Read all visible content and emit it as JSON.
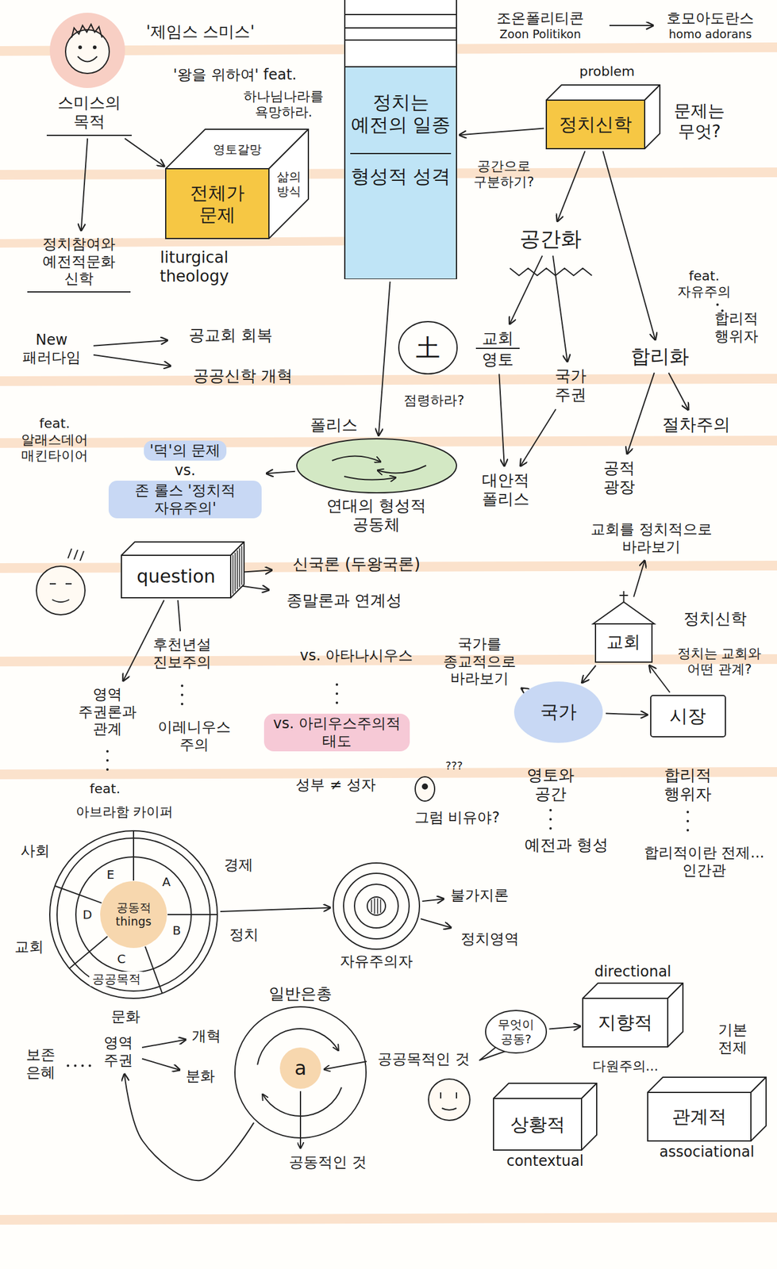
{
  "diagram": {
    "nodes": [
      {
        "text": [
          "스미스의 목적"
        ]
      },
      {
        "text": [
          "전체가 문제",
          "영토갈망",
          "삶의 방식"
        ]
      },
      {
        "text": [
          "정치는 예전의 일종",
          "형성적 성격"
        ]
      },
      {
        "text": [
          "조온폴리티콘",
          "Zoon Politikon"
        ]
      },
      {
        "text": [
          "호모아도란스",
          "homo adorans"
        ]
      },
      {
        "text": [
          "정치신학"
        ]
      },
      {
        "text": [
          "정치참여와 예전적문화 신학"
        ]
      },
      {
        "text": [
          "공간화"
        ]
      },
      {
        "text": [
          "New 패러다임"
        ]
      },
      {
        "text": [
          "공교회 회복"
        ]
      },
      {
        "text": [
          "공공신학 개혁"
        ]
      },
      {
        "text": [
          "土"
        ]
      },
      {
        "text": [
          "교회",
          "영토"
        ]
      },
      {
        "text": [
          "국가 주권"
        ]
      },
      {
        "text": [
          "합리화"
        ]
      },
      {
        "text": [
          "절차주의"
        ]
      },
      {
        "text": [
          "공적 광장"
        ]
      },
      {
        "text": [
          "폴리스",
          "연대의 형성적 공동체"
        ]
      },
      {
        "text": [
          "'덕'의 문제",
          "vs.",
          "존 롤스 '정치적 자유주의'"
        ]
      },
      {
        "text": [
          "대안적 폴리스"
        ]
      },
      {
        "text": [
          "question"
        ]
      },
      {
        "text": [
          "신국론 (두왕국론)"
        ]
      },
      {
        "text": [
          "종말론과 연계성"
        ]
      },
      {
        "text": [
          "교회를 정치적으로 바라보기"
        ]
      },
      {
        "text": [
          "교회"
        ]
      },
      {
        "text": [
          "영역 주권론과 관계"
        ]
      },
      {
        "text": [
          "후천년설 진보주의"
        ]
      },
      {
        "text": [
          "국가를 종교적으로 바라보기"
        ]
      },
      {
        "text": [
          "국가"
        ]
      },
      {
        "text": [
          "시장"
        ]
      },
      {
        "text": [
          "공동적 things"
        ]
      },
      {
        "text": [
          "자유주의자"
        ]
      },
      {
        "text": [
          "불가지론"
        ]
      },
      {
        "text": [
          "정치영역"
        ]
      },
      {
        "text": [
          "일반은총"
        ]
      },
      {
        "text": [
          "a"
        ],
        "in": 34
      },
      {
        "text": [
          "영역 주권"
        ]
      },
      {
        "text": [
          "개혁"
        ]
      },
      {
        "text": [
          "분화"
        ]
      },
      {
        "text": [
          "무엇이 공동?"
        ]
      },
      {
        "text": [
          "지향적",
          "directional"
        ]
      },
      {
        "text": [
          "상황적",
          "contextual"
        ]
      },
      {
        "text": [
          "관계적",
          "associational"
        ]
      }
    ],
    "edges": [
      {
        "from": 0,
        "to": 1,
        "arrow": "to"
      },
      {
        "from": 0,
        "to": 6,
        "arrow": "to"
      },
      {
        "from": 3,
        "to": 4,
        "arrow": "to"
      },
      {
        "from": 5,
        "to": 2,
        "arrow": "to"
      },
      {
        "from": 5,
        "to": 7,
        "arrow": "to"
      },
      {
        "from": 5,
        "to": 14,
        "arrow": "to"
      },
      {
        "from": 8,
        "to": 9,
        "arrow": "to"
      },
      {
        "from": 8,
        "to": 10,
        "arrow": "to"
      },
      {
        "from": 7,
        "to": 12,
        "arrow": "to"
      },
      {
        "from": 7,
        "to": 13,
        "arrow": "to"
      },
      {
        "from": 14,
        "to": 15,
        "arrow": "to"
      },
      {
        "from": 14,
        "to": 16,
        "arrow": "to"
      },
      {
        "from": 12,
        "to": 19,
        "arrow": "to"
      },
      {
        "from": 13,
        "to": 19,
        "arrow": "to"
      },
      {
        "from": 2,
        "to": 17,
        "arrow": "to"
      },
      {
        "from": 17,
        "to": 18,
        "arrow": "to"
      },
      {
        "from": 20,
        "to": 21,
        "arrow": "to"
      },
      {
        "from": 20,
        "to": 22,
        "arrow": "to"
      },
      {
        "from": 20,
        "to": 25,
        "arrow": "to"
      },
      {
        "from": 20,
        "to": 26,
        "arrow": "none"
      },
      {
        "from": 24,
        "to": 23,
        "arrow": "to"
      },
      {
        "from": 24,
        "to": 28,
        "arrow": "to"
      },
      {
        "from": 28,
        "to": 29,
        "arrow": "to"
      },
      {
        "from": 29,
        "to": 24,
        "arrow": "to"
      },
      {
        "from": 28,
        "to": 27,
        "arrow": "to"
      },
      {
        "from": 30,
        "to": 31,
        "arrow": "to"
      },
      {
        "from": 31,
        "to": 32,
        "arrow": "to"
      },
      {
        "from": 31,
        "to": 33,
        "arrow": "to"
      },
      {
        "from": 36,
        "to": 37,
        "arrow": "to"
      },
      {
        "from": 36,
        "to": 38,
        "arrow": "to"
      },
      {
        "from": 34,
        "to": 36,
        "arrow": "to"
      },
      {
        "from": 39,
        "to": 40,
        "arrow": "to"
      }
    ],
    "labels": [
      "'제임스 스미스'",
      "'왕을 위하여' feat.",
      "하나님나라를 욕망하라.",
      "liturgical theology",
      "problem",
      "문제는 무엇?",
      "공간으로 구분하기?",
      "feat. 자유주의",
      "합리적 행위자",
      "점령하라?",
      "feat. 알래스데어 매킨타이어",
      "vs. 아타나시우스",
      "이레니우스 주의",
      "vs. 아리우스주의적 태도",
      "성부 ≠ 성자",
      "???",
      "그럼 비유야?",
      "정치신학",
      "정치는 교회와 어떤 관계?",
      "영토와 공간",
      "예전과 형성",
      "합리적 행위자",
      "합리적이란 전제... 인간관",
      "feat.",
      "아브라함 카이퍼",
      "사회",
      "경제",
      "정치",
      "교회",
      "문화",
      "A",
      "B",
      "C",
      "D",
      "E",
      "공공목적",
      "보존 은혜",
      "공공목적인 것",
      "공동적인 것",
      "다원주의...",
      "기본 전제"
    ]
  }
}
